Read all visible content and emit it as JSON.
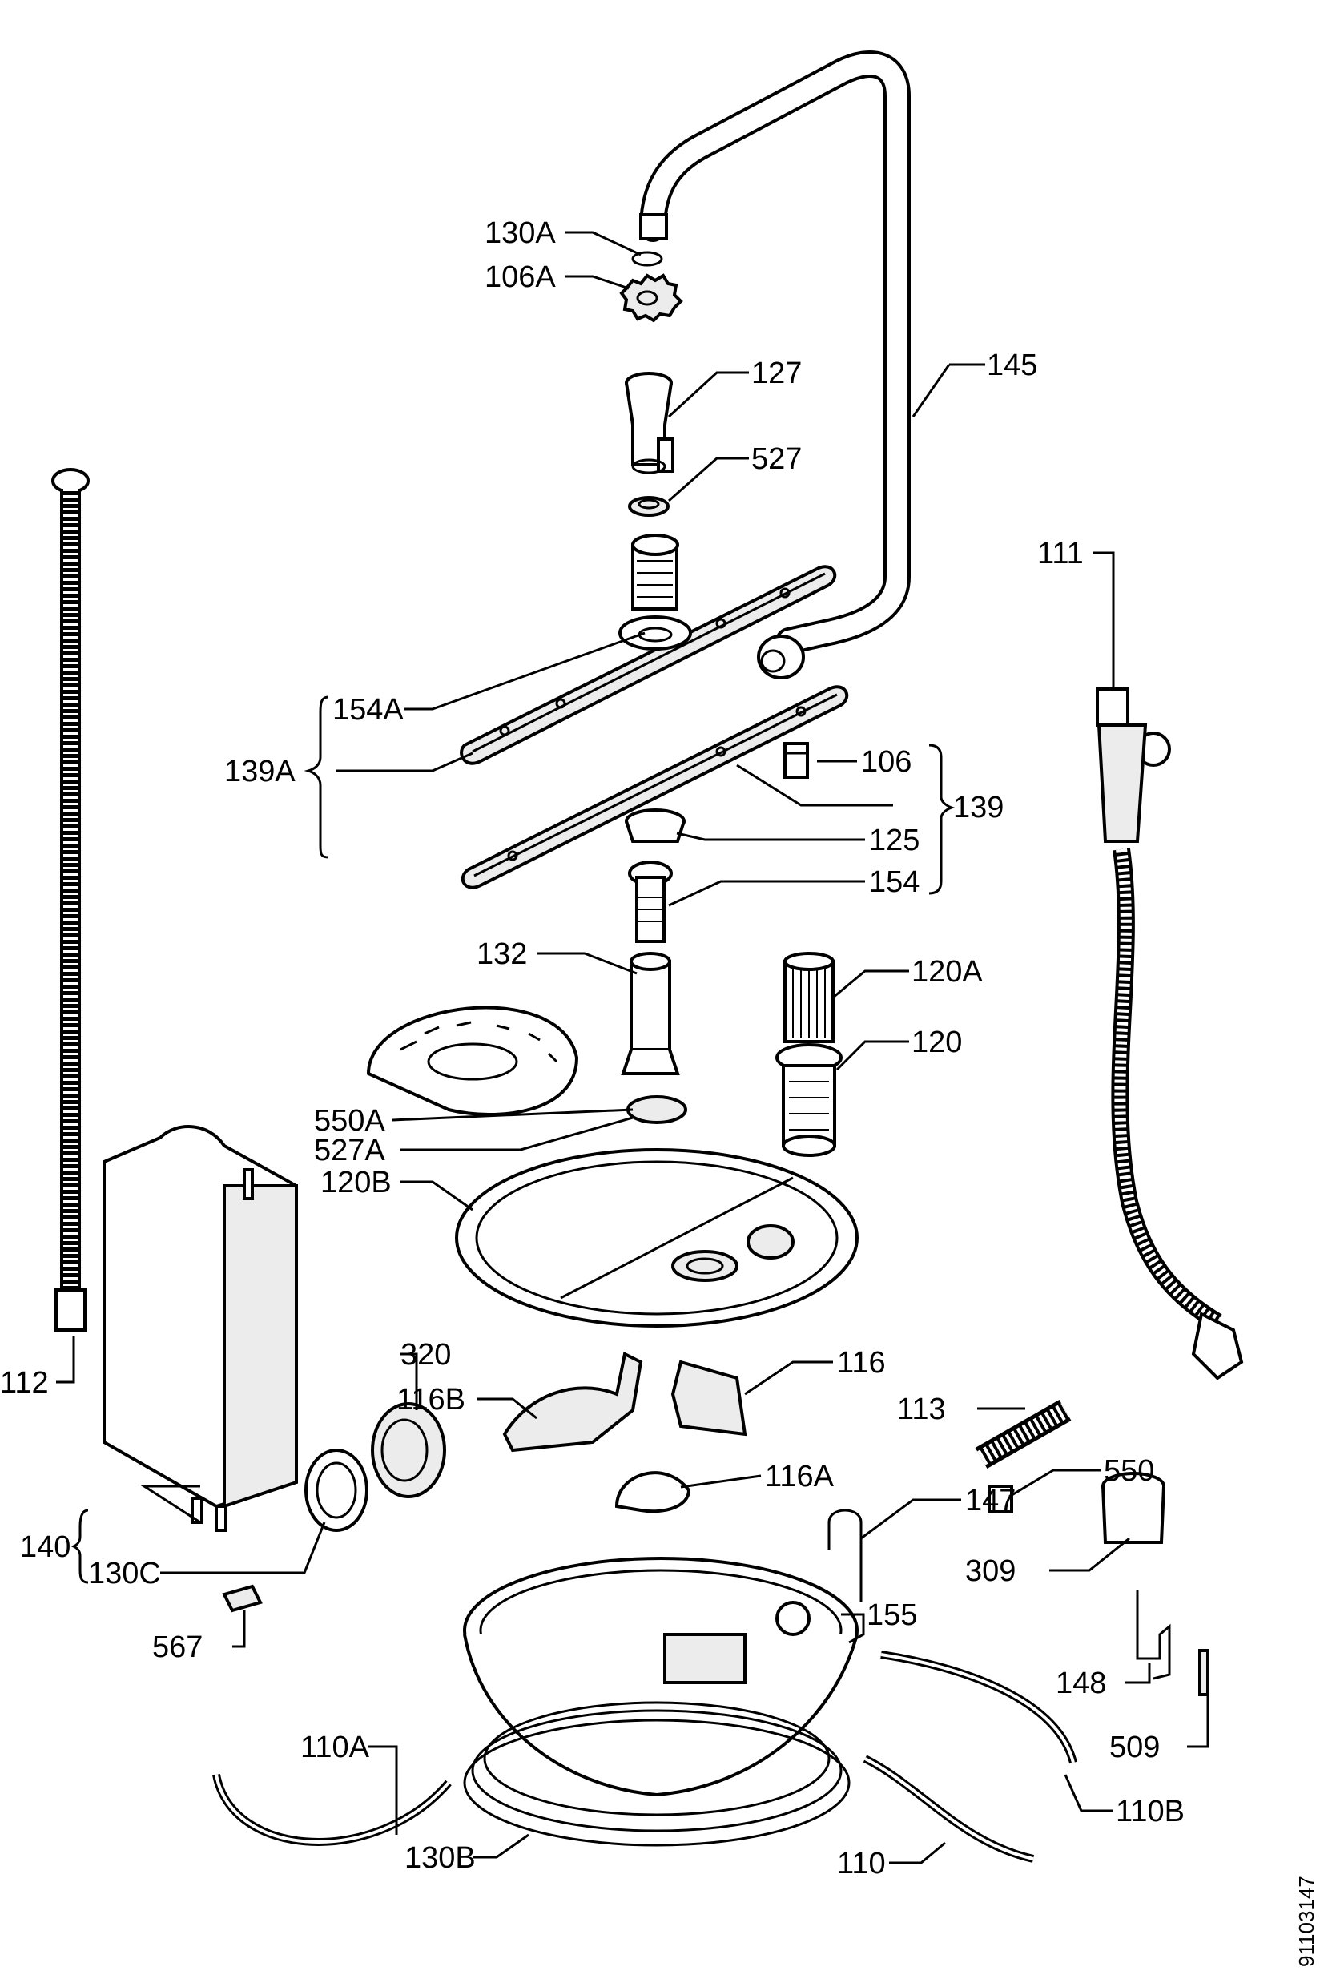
{
  "document_id": "91103147",
  "callouts": {
    "c145": "145",
    "c130A": "130A",
    "c106A": "106A",
    "c127": "127",
    "c527": "527",
    "c111": "111",
    "c154A": "154A",
    "c139A": "139A",
    "c106": "106",
    "c139": "139",
    "c125": "125",
    "c154": "154",
    "c132": "132",
    "c120A": "120A",
    "c120": "120",
    "c550A": "550A",
    "c527A": "527A",
    "c120B": "120B",
    "c112": "112",
    "c320": "320",
    "c116B": "116B",
    "c116": "116",
    "c113": "113",
    "c116A": "116A",
    "c550": "550",
    "c147": "147",
    "c140": "140",
    "c130C": "130C",
    "c309": "309",
    "c155": "155",
    "c567": "567",
    "c148": "148",
    "c509": "509",
    "c110A": "110A",
    "c110B": "110B",
    "c130B": "130B",
    "c110": "110"
  }
}
